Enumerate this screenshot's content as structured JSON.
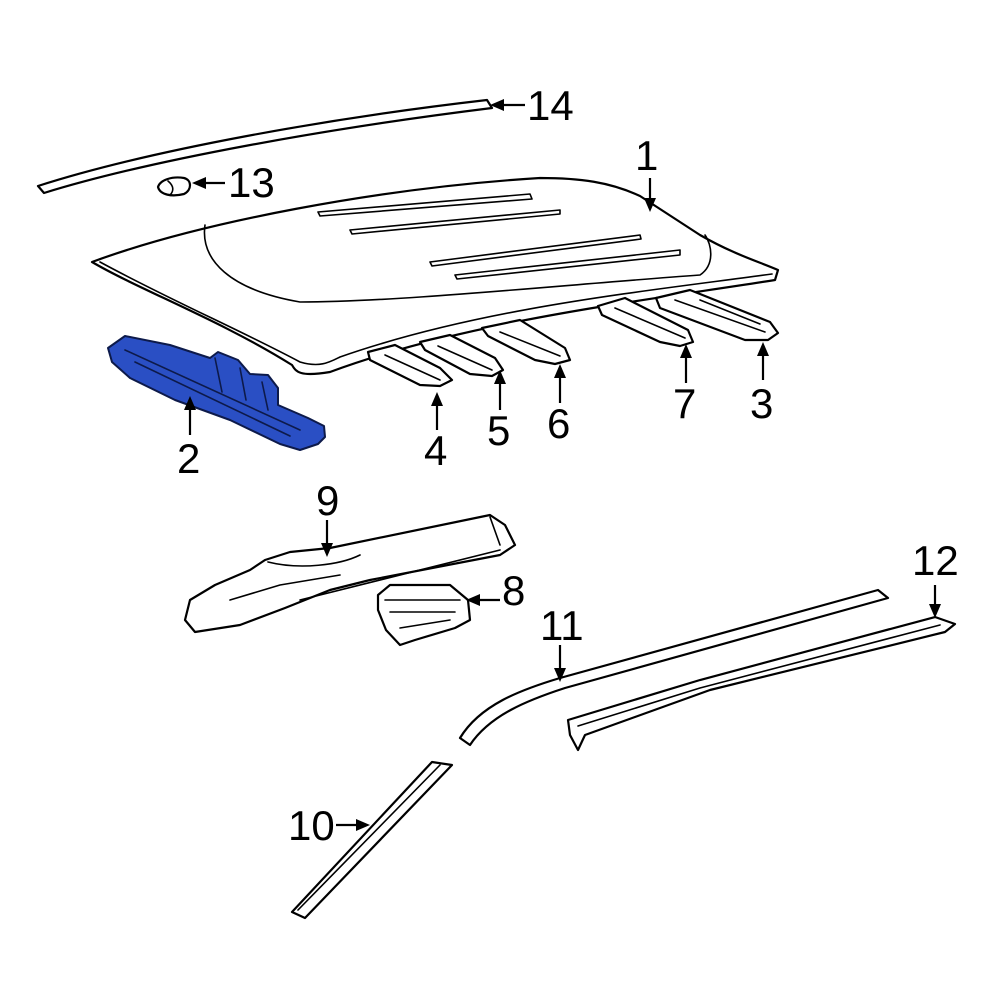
{
  "diagram": {
    "highlight_color": "#2a4fc4",
    "callouts": [
      {
        "id": "c1",
        "label": "1"
      },
      {
        "id": "c2",
        "label": "2"
      },
      {
        "id": "c3",
        "label": "3"
      },
      {
        "id": "c4",
        "label": "4"
      },
      {
        "id": "c5",
        "label": "5"
      },
      {
        "id": "c6",
        "label": "6"
      },
      {
        "id": "c7",
        "label": "7"
      },
      {
        "id": "c8",
        "label": "8"
      },
      {
        "id": "c9",
        "label": "9"
      },
      {
        "id": "c10",
        "label": "10"
      },
      {
        "id": "c11",
        "label": "11"
      },
      {
        "id": "c12",
        "label": "12"
      },
      {
        "id": "c13",
        "label": "13"
      },
      {
        "id": "c14",
        "label": "14"
      }
    ]
  }
}
